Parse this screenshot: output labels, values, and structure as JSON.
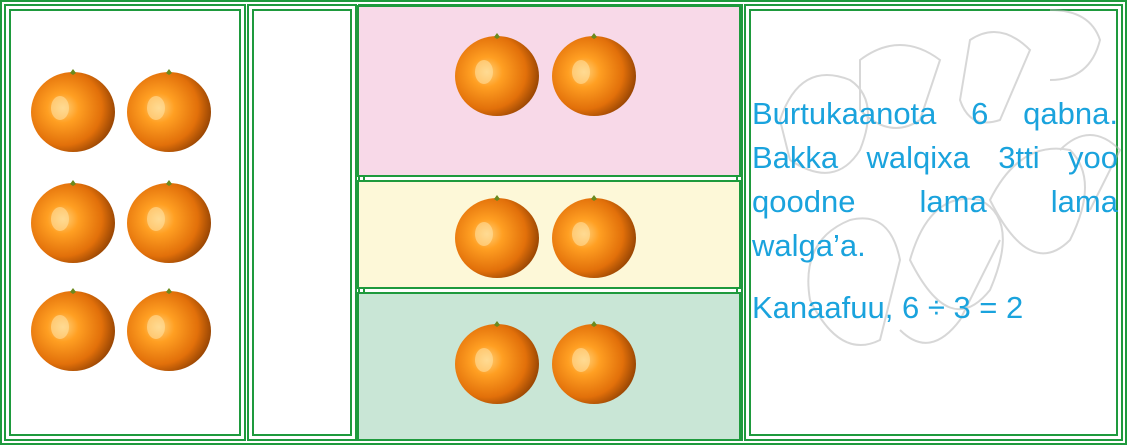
{
  "problem": {
    "statement": "Burtukaanota 6 qabna. Bakka walqixa 3tti yoo qoodne lama lama walga’a.",
    "equation": "Kanaafuu, 6 ÷ 3 = 2"
  },
  "figure": {
    "total_oranges": 6,
    "groups": 3,
    "per_group": 2,
    "icon": "orange-fruit-icon"
  },
  "colors": {
    "border": "#1e9a3d",
    "text": "#1aa3dd",
    "group_1": "#f8d9e8",
    "group_2": "#fdf8d8",
    "group_3": "#c9e6d6"
  }
}
